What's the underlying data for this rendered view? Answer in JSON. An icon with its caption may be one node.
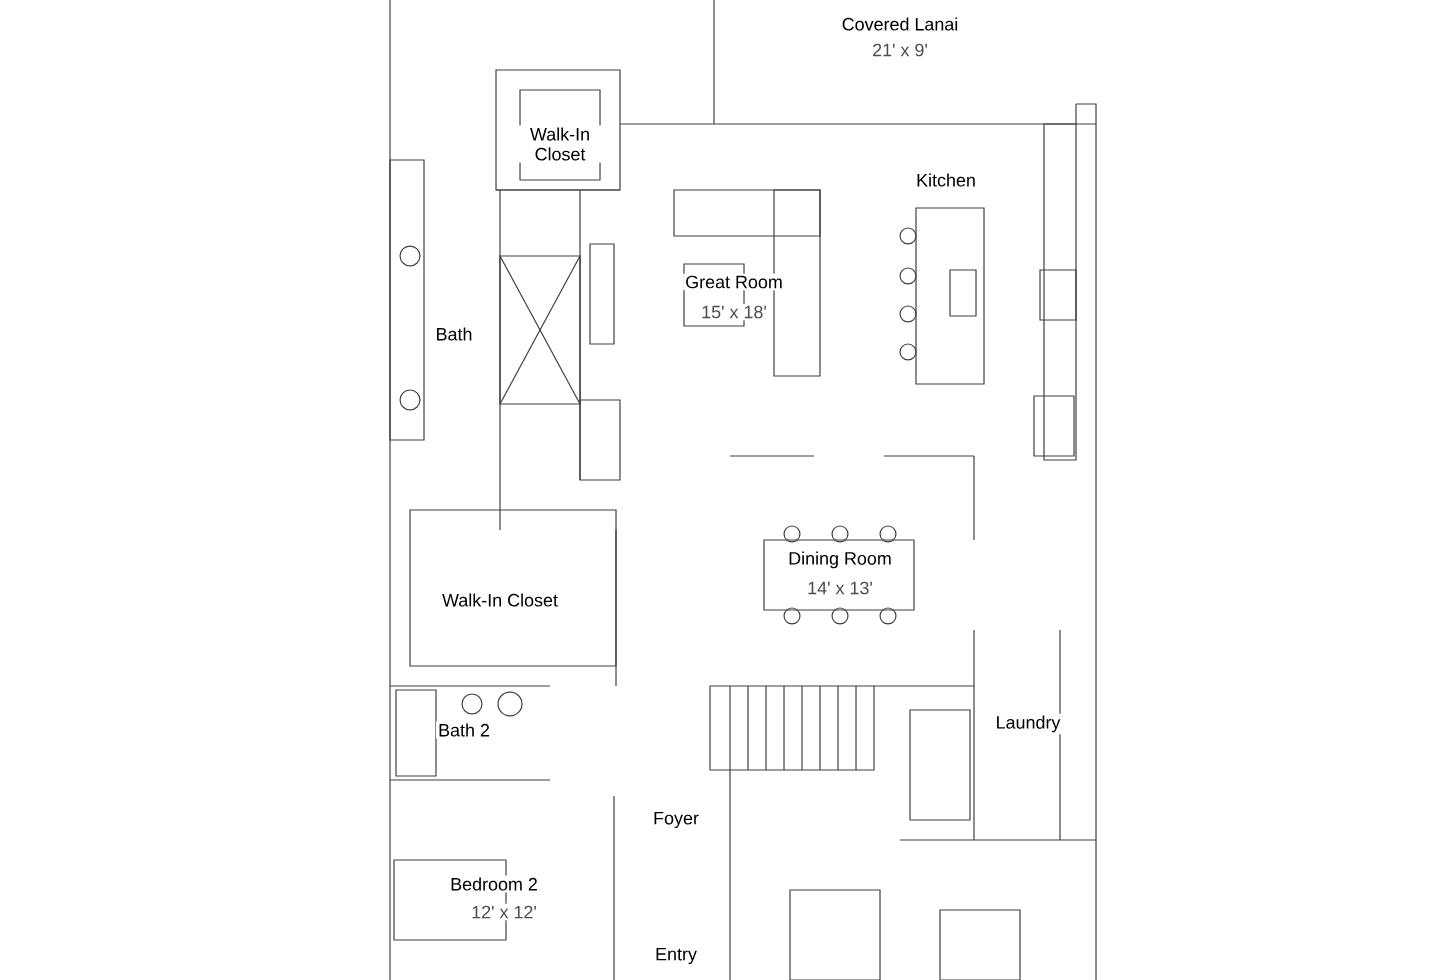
{
  "diagram": {
    "labels": [
      "Covered Lanai",
      "21' x 9'",
      "Walk-In Closet",
      "Kitchen",
      "Great Room",
      "15' x 18'",
      "Bath",
      "Dining Room",
      "14' x 13'",
      "Walk-In Closet",
      "Laundry",
      "Bath 2",
      "Foyer",
      "Bedroom 2",
      "12' x 12'",
      "Entry"
    ]
  }
}
